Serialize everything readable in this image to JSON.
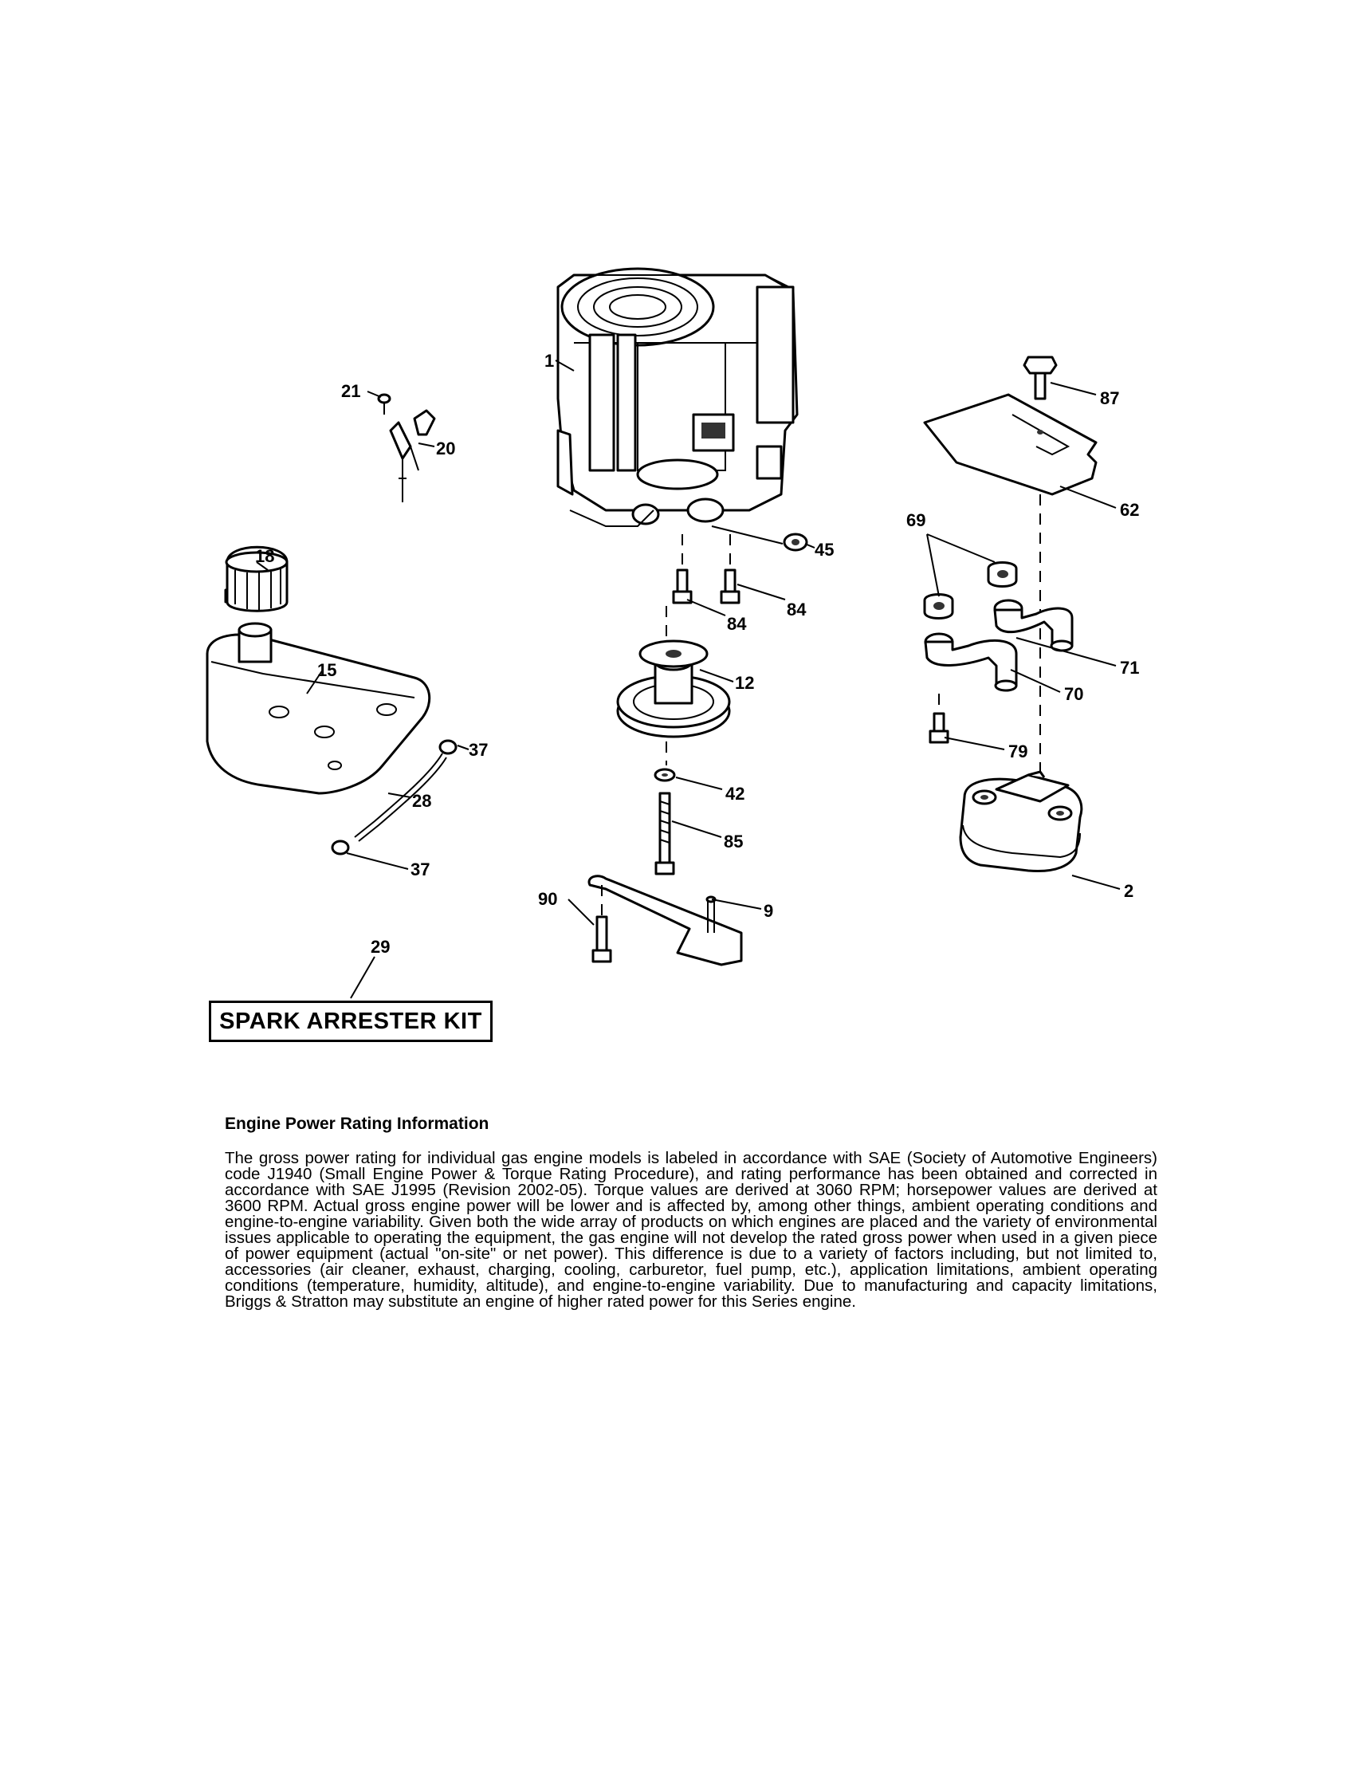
{
  "diagram": {
    "callouts": {
      "c1": "1",
      "c2": "2",
      "c9": "9",
      "c12": "12",
      "c15": "15",
      "c18": "18",
      "c20": "20",
      "c21": "21",
      "c28": "28",
      "c29": "29",
      "c37a": "37",
      "c37b": "37",
      "c42": "42",
      "c45": "45",
      "c62": "62",
      "c69": "69",
      "c70": "70",
      "c71": "71",
      "c79": "79",
      "c84a": "84",
      "c84b": "84",
      "c85": "85",
      "c87": "87",
      "c90": "90"
    },
    "kit_label": "SPARK ARRESTER KIT"
  },
  "info": {
    "title": "Engine Power Rating Information",
    "body": "The gross power rating for individual gas engine models is labeled in accordance with SAE (Society of Automotive Engineers) code J1940 (Small Engine Power & Torque Rating Procedure), and rating performance has been obtained and corrected in accordance with SAE J1995 (Revision 2002-05). Torque values are derived at 3060 RPM; horsepower values are derived at 3600 RPM. Actual gross engine power will be lower and is affected by, among other things, ambient operating conditions and engine-to-engine variability. Given both the wide array of products on which engines are placed and the variety of environmental issues applicable to operating the equipment, the gas engine will not develop the rated gross power when used in a given piece of power equipment (actual \"on-site\" or net power). This difference is due to a variety of factors including, but not limited to, accessories (air cleaner, exhaust, charging, cooling, carburetor, fuel pump, etc.), application limitations, ambient operating conditions (temperature, humidity, altitude), and engine-to-engine variability. Due to manufacturing and capacity limitations, Briggs & Stratton may substitute an engine of higher rated power for this Series engine."
  }
}
